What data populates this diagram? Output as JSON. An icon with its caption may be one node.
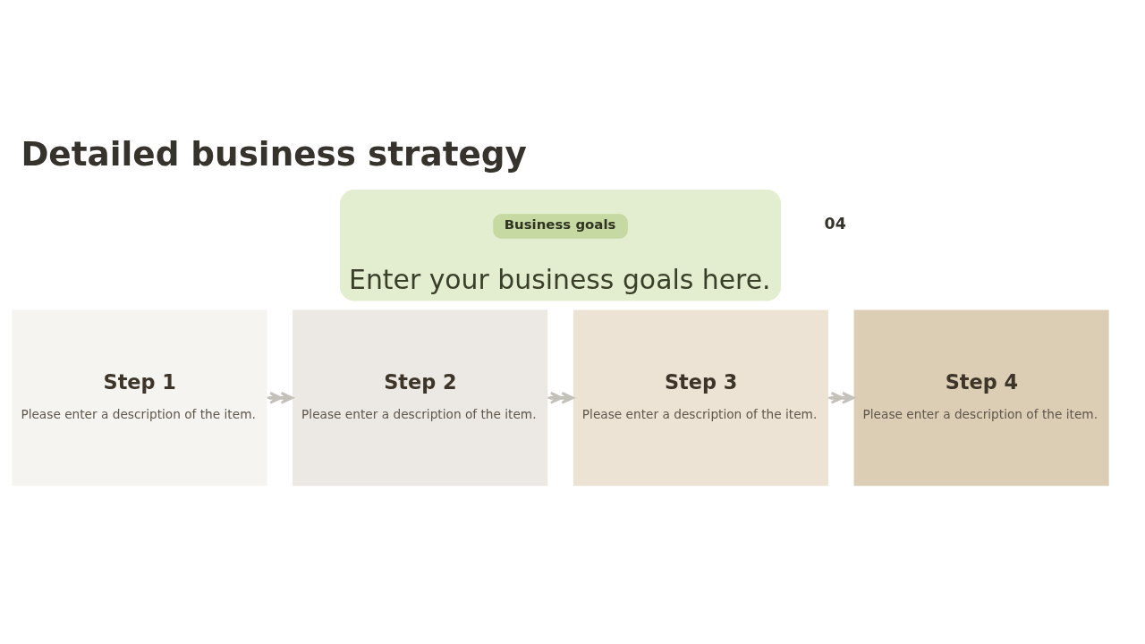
{
  "diagram": {
    "title": "Detailed business strategy",
    "nodes": [
      {
        "text": [
          "Enter your business goals here."
        ]
      },
      {
        "text": [
          "Business goals"
        ],
        "in": 0
      },
      {
        "text": [
          "Step 1",
          "Please enter a description of the item."
        ]
      },
      {
        "text": [
          "Step 2",
          "Please enter a description of the item."
        ]
      },
      {
        "text": [
          "Step 3",
          "Please enter a description of the item."
        ]
      },
      {
        "text": [
          "Step 4",
          "Please enter a description of the item."
        ]
      }
    ],
    "edges": [
      {
        "from": 2,
        "to": 3,
        "arrow": "to"
      },
      {
        "from": 3,
        "to": 4,
        "arrow": "to"
      },
      {
        "from": 4,
        "to": 5,
        "arrow": "to"
      }
    ],
    "labels": [
      "04"
    ]
  }
}
